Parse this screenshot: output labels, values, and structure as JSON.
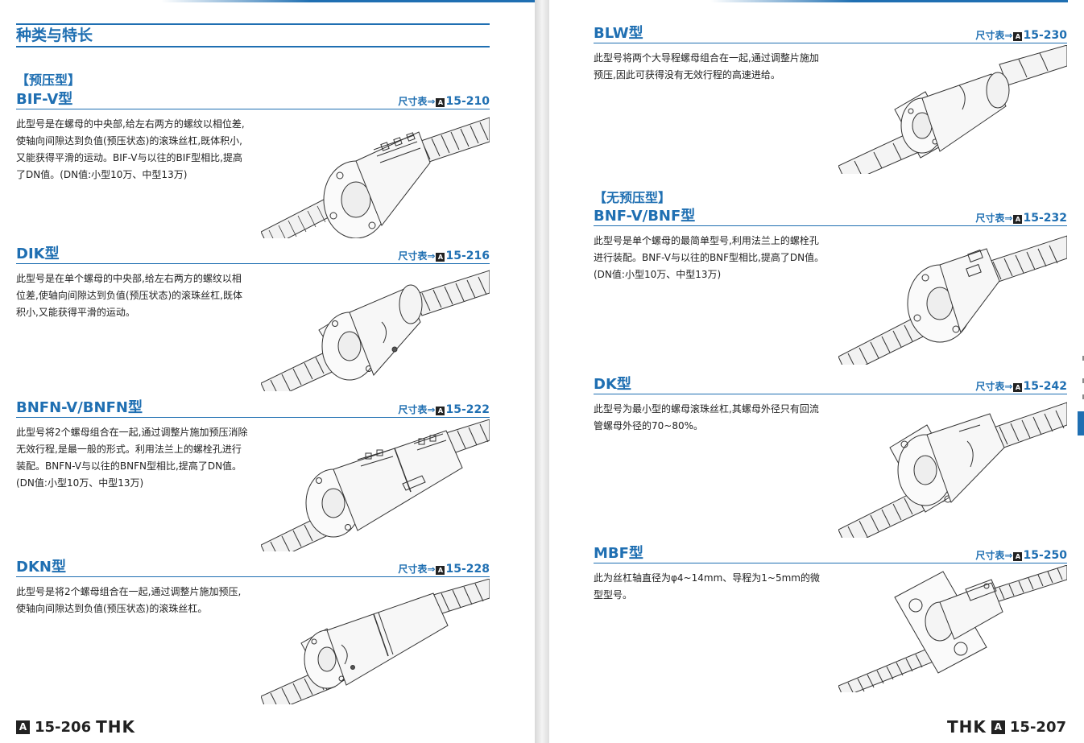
{
  "left": {
    "title": "种类与特长",
    "category": "【预压型】",
    "sections": [
      {
        "name": "BIF-V型",
        "ref_prefix": "尺寸表⇒",
        "ref_badge": "A",
        "ref_num": "15-210",
        "desc": "此型号是在螺母的中央部,给左右两方的螺纹以相位差,使轴向间隙达到负值(预压状态)的滚珠丝杠,既体积小,又能获得平滑的运动。BIF-V与以往的BIF型相比,提高了DN值。(DN值:小型10万、中型13万)"
      },
      {
        "name": "DIK型",
        "ref_prefix": "尺寸表⇒",
        "ref_badge": "A",
        "ref_num": "15-216",
        "desc": "此型号是在单个螺母的中央部,给左右两方的螺纹以相位差,使轴向间隙达到负值(预压状态)的滚珠丝杠,既体积小,又能获得平滑的运动。"
      },
      {
        "name": "BNFN-V/BNFN型",
        "ref_prefix": "尺寸表⇒",
        "ref_badge": "A",
        "ref_num": "15-222",
        "desc": "此型号将2个螺母组合在一起,通过调整片施加预压消除无效行程,是最一般的形式。利用法兰上的螺栓孔进行装配。BNFN-V与以往的BNFN型相比,提高了DN值。(DN值:小型10万、中型13万)"
      },
      {
        "name": "DKN型",
        "ref_prefix": "尺寸表⇒",
        "ref_badge": "A",
        "ref_num": "15-228",
        "desc": "此型号是将2个螺母组合在一起,通过调整片施加预压,使轴向间隙达到负值(预压状态)的滚珠丝杠。"
      }
    ],
    "footer": {
      "badge": "A",
      "page": "15-206",
      "logo": "THK"
    }
  },
  "right": {
    "category": "【无预压型】",
    "sections": [
      {
        "name": "BLW型",
        "ref_prefix": "尺寸表⇒",
        "ref_badge": "A",
        "ref_num": "15-230",
        "desc": "此型号将两个大导程螺母组合在一起,通过调整片施加预压,因此可获得没有无效行程的高速进给。"
      },
      {
        "name": "BNF-V/BNF型",
        "ref_prefix": "尺寸表⇒",
        "ref_badge": "A",
        "ref_num": "15-232",
        "desc": "此型号是单个螺母的最简单型号,利用法兰上的螺栓孔进行装配。BNF-V与以往的BNF型相比,提高了DN值。(DN值:小型10万、中型13万)"
      },
      {
        "name": "DK型",
        "ref_prefix": "尺寸表⇒",
        "ref_badge": "A",
        "ref_num": "15-242",
        "desc": "此型号为最小型的螺母滚珠丝杠,其螺母外径只有回流管螺母外径的70~80%。"
      },
      {
        "name": "MBF型",
        "ref_prefix": "尺寸表⇒",
        "ref_badge": "A",
        "ref_num": "15-250",
        "desc": "此为丝杠轴直径为φ4~14mm、导程为1~5mm的微型型号。"
      }
    ],
    "footer": {
      "badge": "A",
      "page": "15-207",
      "logo": "THK"
    }
  },
  "colors": {
    "accent": "#1f6fb2",
    "text": "#222222"
  }
}
